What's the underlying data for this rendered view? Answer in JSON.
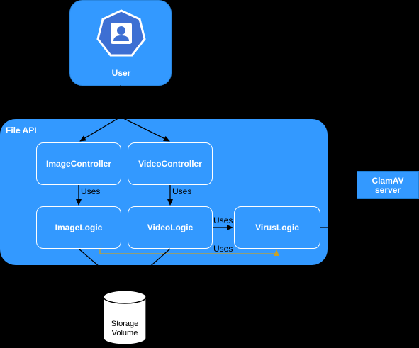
{
  "user": {
    "label": "User",
    "icon": "kubernetes-user-icon"
  },
  "file_api": {
    "title": "File API"
  },
  "nodes": {
    "image_controller": "ImageController",
    "video_controller": "VideoController",
    "image_logic": "ImageLogic",
    "video_logic": "VideoLogic",
    "virus_logic": "VirusLogic"
  },
  "external": {
    "clamav": "ClamAV server"
  },
  "storage": {
    "line1": "Storage",
    "line2": "Volume"
  },
  "edges": {
    "uses_image": "Uses",
    "uses_video": "Uses",
    "uses_virus": "Uses",
    "uses_image_virus": "Uses"
  },
  "colors": {
    "background": "#000000",
    "container": "#3399ff",
    "edge_highlight": "#c8a227"
  }
}
